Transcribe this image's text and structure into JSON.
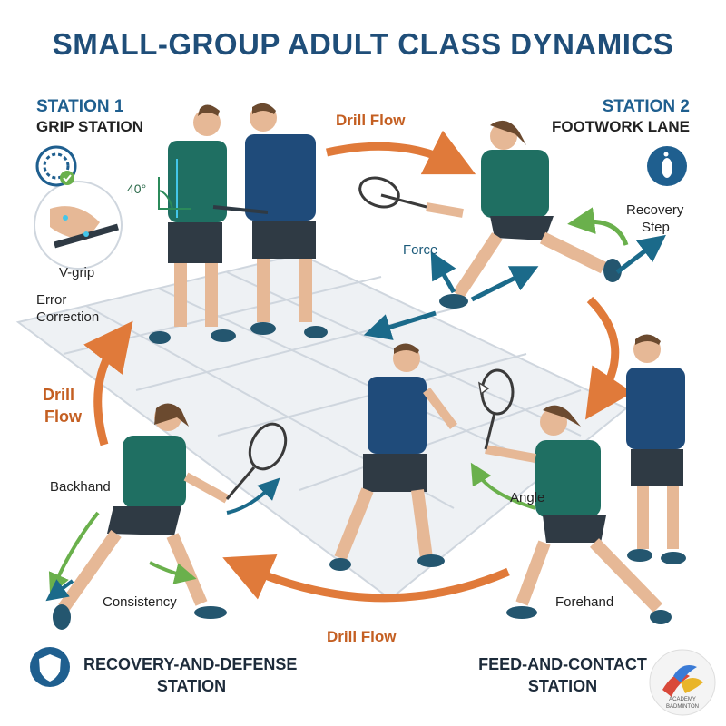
{
  "title": "SMALL-GROUP ADULT CLASS DYNAMICS",
  "stations": {
    "s1": {
      "number": "STATION 1",
      "name": "GRIP STATION",
      "icon": "gear-check-icon"
    },
    "s2": {
      "number": "STATION 2",
      "name": "FOOTWORK LANE",
      "icon": "footprint-icon"
    },
    "s3": {
      "name_line1": "RECOVERY-AND-DEFENSE",
      "name_line2": "STATION",
      "icon": "shield-icon"
    },
    "s4": {
      "name_line1": "FEED-AND-CONTACT",
      "name_line2": "STATION"
    }
  },
  "flow_labels": {
    "top": "Drill Flow",
    "left_line1": "Drill",
    "left_line2": "Flow",
    "bottom": "Drill Flow"
  },
  "annotations": {
    "angle_deg": "40°",
    "vgrip": "V-grip",
    "error_line1": "Error",
    "error_line2": "Correction",
    "force": "Force",
    "recovery_line1": "Recovery",
    "recovery_line2": "Step",
    "backhand": "Backhand",
    "consistency": "Consistency",
    "angle": "Angle",
    "forehand": "Forehand"
  },
  "colors": {
    "title": "#1f4e79",
    "flow_arrow": "#e07a3a",
    "motion_arrow": "#1b6a8a",
    "green_arrow": "#6ab04c",
    "shirt_navy": "#1f4b7a",
    "shirt_teal": "#1f6f62",
    "court": "#eef1f4"
  }
}
